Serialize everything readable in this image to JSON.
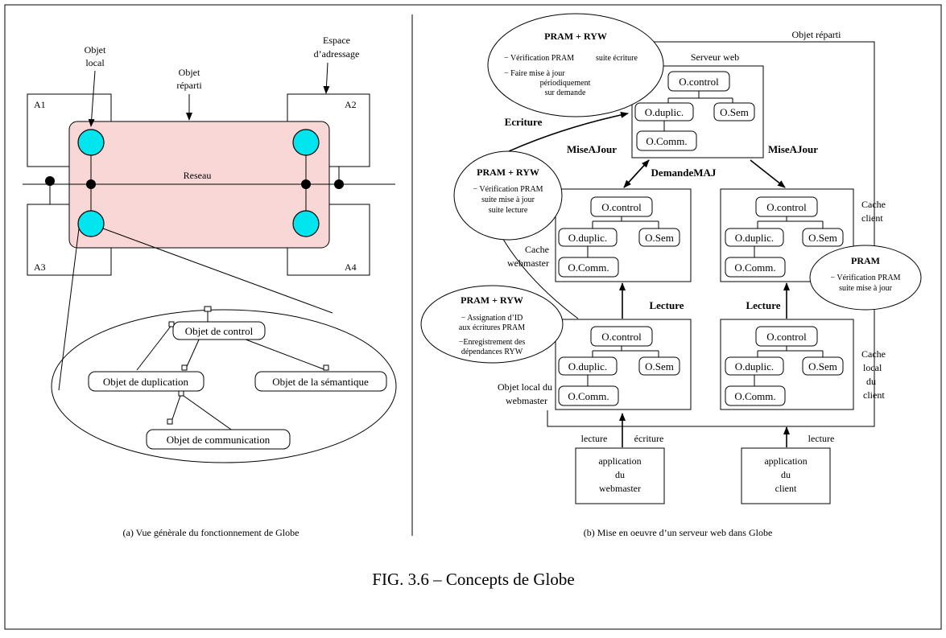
{
  "left": {
    "label_objet_local": [
      "Objet",
      "local"
    ],
    "label_objet_reparti": [
      "Objet",
      "réparti"
    ],
    "label_espace": [
      "Espace",
      "d’adressage"
    ],
    "spaces": [
      "A1",
      "A2",
      "A3",
      "A4"
    ],
    "network": "Reseau",
    "zoom_objects": {
      "control": "Objet de control",
      "duplication": "Objet de duplication",
      "semantique": "Objet de la sémantique",
      "communication": "Objet de communication"
    },
    "caption": "(a) Vue génèrale du fonctionnement de Globe",
    "colors": {
      "object_fill": "#00e5ee",
      "distributed_fill": "#f9d7d7",
      "node_fill": "#000000"
    }
  },
  "right": {
    "objet_reparti": "Objet   réparti",
    "serveur_web": "Serveur web",
    "object_names": {
      "control": "O.control",
      "duplic": "O.duplic.",
      "sem": "O.Sem",
      "comm": "O.Comm."
    },
    "cache_webmaster": [
      "Cache",
      "webmaster"
    ],
    "cache_client": [
      "Cache",
      "client"
    ],
    "cache_local_client": [
      "Cache",
      "local",
      "du",
      "client"
    ],
    "objet_local_webmaster": [
      "Objet local du",
      "webmaster"
    ],
    "arrow_labels": {
      "ecriture": "Ecriture",
      "miseajour_left": "MiseAJour",
      "miseajour_right": "MiseAJour",
      "demande": "DemandeMAJ",
      "lecture_left": "Lecture",
      "lecture_right": "Lecture",
      "lecture_app1": "lecture",
      "ecriture_app1": "écriture",
      "lecture_app2": "lecture"
    },
    "apps": {
      "webmaster": [
        "application",
        "du",
        "webmaster"
      ],
      "client": [
        "application",
        "du",
        "client"
      ]
    },
    "ellipse_top": {
      "title": "PRAM + RYW",
      "line1a": "− Vérification PRAM",
      "line1b": "suite écriture",
      "line2": "− Faire mise à jour",
      "line3": "périodiquement",
      "line4": "sur demande"
    },
    "ellipse_mid": {
      "title": "PRAM + RYW",
      "line1": "− Vérification PRAM",
      "line2": "suite mise à jour",
      "line3": "suite lecture"
    },
    "ellipse_bottom": {
      "title": "PRAM + RYW",
      "line1": "− Assignation d’ID",
      "line2": "aux écritures PRAM",
      "line3": "−Enregistrement des",
      "line4": "dépendances RYW"
    },
    "ellipse_pram": {
      "title": "PRAM",
      "line1": "− Vérification PRAM",
      "line2": "suite mise à jour"
    },
    "caption": "(b) Mise en oeuvre d’un serveur web dans Globe"
  },
  "figure_caption": {
    "prefix": "FIG.",
    "text": " 3.6 – Concepts de Globe"
  }
}
